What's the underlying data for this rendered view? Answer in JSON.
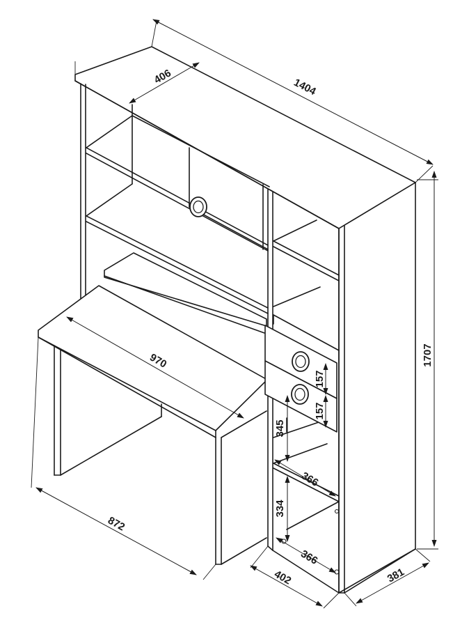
{
  "dimensions": {
    "total_width": "1404",
    "upper_depth": "406",
    "total_height": "1707",
    "desk_width": "970",
    "desk_depth": "872",
    "drawer_height_top": "157",
    "drawer_height_bottom": "157",
    "upper_shelf_height": "345",
    "lower_shelf_height": "334",
    "shelf_width_upper": "366",
    "shelf_width_lower": "366",
    "column_width": "402",
    "column_depth": "381"
  },
  "colors": {
    "line": "#1a1a1a",
    "background": "#ffffff"
  }
}
